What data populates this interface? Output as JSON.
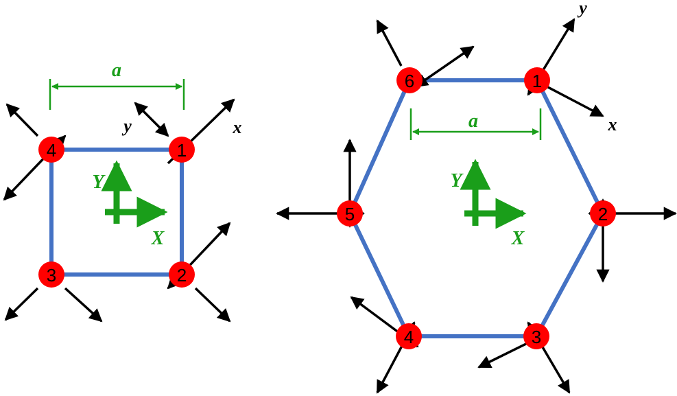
{
  "colors": {
    "frame": "#4472C4",
    "node": "#FF0000",
    "node_text": "#000000",
    "annotation": "#1A9E1A",
    "arrow": "#000000"
  },
  "square": {
    "nodes": [
      "1",
      "2",
      "3",
      "4"
    ],
    "spacing_label": "a",
    "global_axes": {
      "x": "X",
      "y": "Y"
    },
    "local_axes": {
      "x": "x",
      "y": "y"
    }
  },
  "hexagon": {
    "nodes": [
      "1",
      "2",
      "3",
      "4",
      "5",
      "6"
    ],
    "spacing_label": "a",
    "global_axes": {
      "x": "X",
      "y": "Y"
    },
    "local_axes": {
      "x": "x",
      "y": "y"
    }
  }
}
